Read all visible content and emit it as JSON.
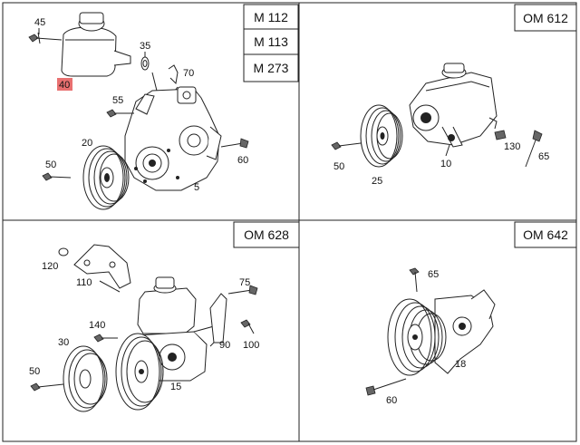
{
  "panels": {
    "tl": {
      "models": [
        "M 112",
        "M 113",
        "M 273"
      ],
      "highlight_color": "#e87070",
      "callouts": [
        "45",
        "35",
        "70",
        "40",
        "55",
        "20",
        "60",
        "50",
        "5"
      ]
    },
    "tr": {
      "models": [
        "OM 612"
      ],
      "callouts": [
        "50",
        "25",
        "10",
        "130",
        "65"
      ]
    },
    "bl": {
      "models": [
        "OM 628"
      ],
      "callouts": [
        "120",
        "110",
        "75",
        "140",
        "30",
        "90",
        "100",
        "50",
        "15"
      ]
    },
    "br": {
      "models": [
        "OM 642"
      ],
      "callouts": [
        "65",
        "18",
        "60"
      ]
    }
  }
}
